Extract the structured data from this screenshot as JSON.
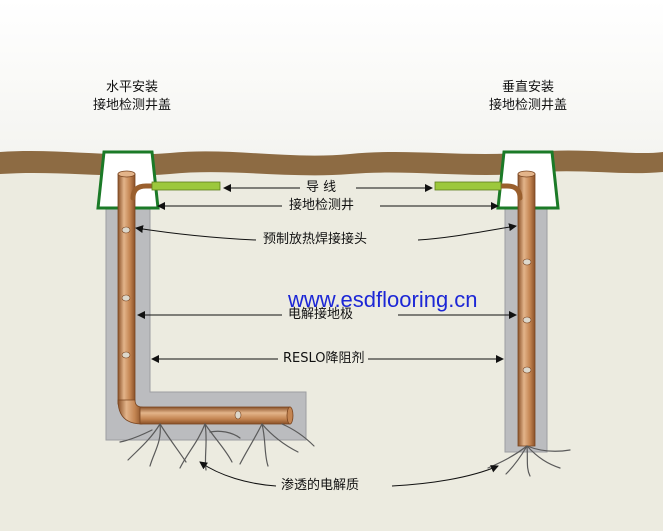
{
  "labels": {
    "horizontal_install": "水平安装",
    "inspection_cover_left": "接地检测井盖",
    "vertical_install": "垂直安装",
    "inspection_cover_right": "接地检测井盖",
    "wire": "导 线",
    "inspection_well": "接地检测井",
    "exothermic_joint": "预制放热焊接接头",
    "electrolytic_electrode": "电解接地极",
    "resistance_reducer": "RESLO降阻剂",
    "electrolyte": "渗透的电解质"
  },
  "watermark": "www.esdflooring.cn",
  "colors": {
    "sky": "#ffffff",
    "ground": "#ecebe0",
    "soil_surface": "#8d6b43",
    "backfill": "#bbbcbf",
    "pipe": "#c48552",
    "pipe_dark": "#8a5128",
    "pipe_light": "#e3b48a",
    "cover_border": "#1b7a27",
    "wire": "#9cc83c",
    "watermark": "#1c27d6"
  }
}
